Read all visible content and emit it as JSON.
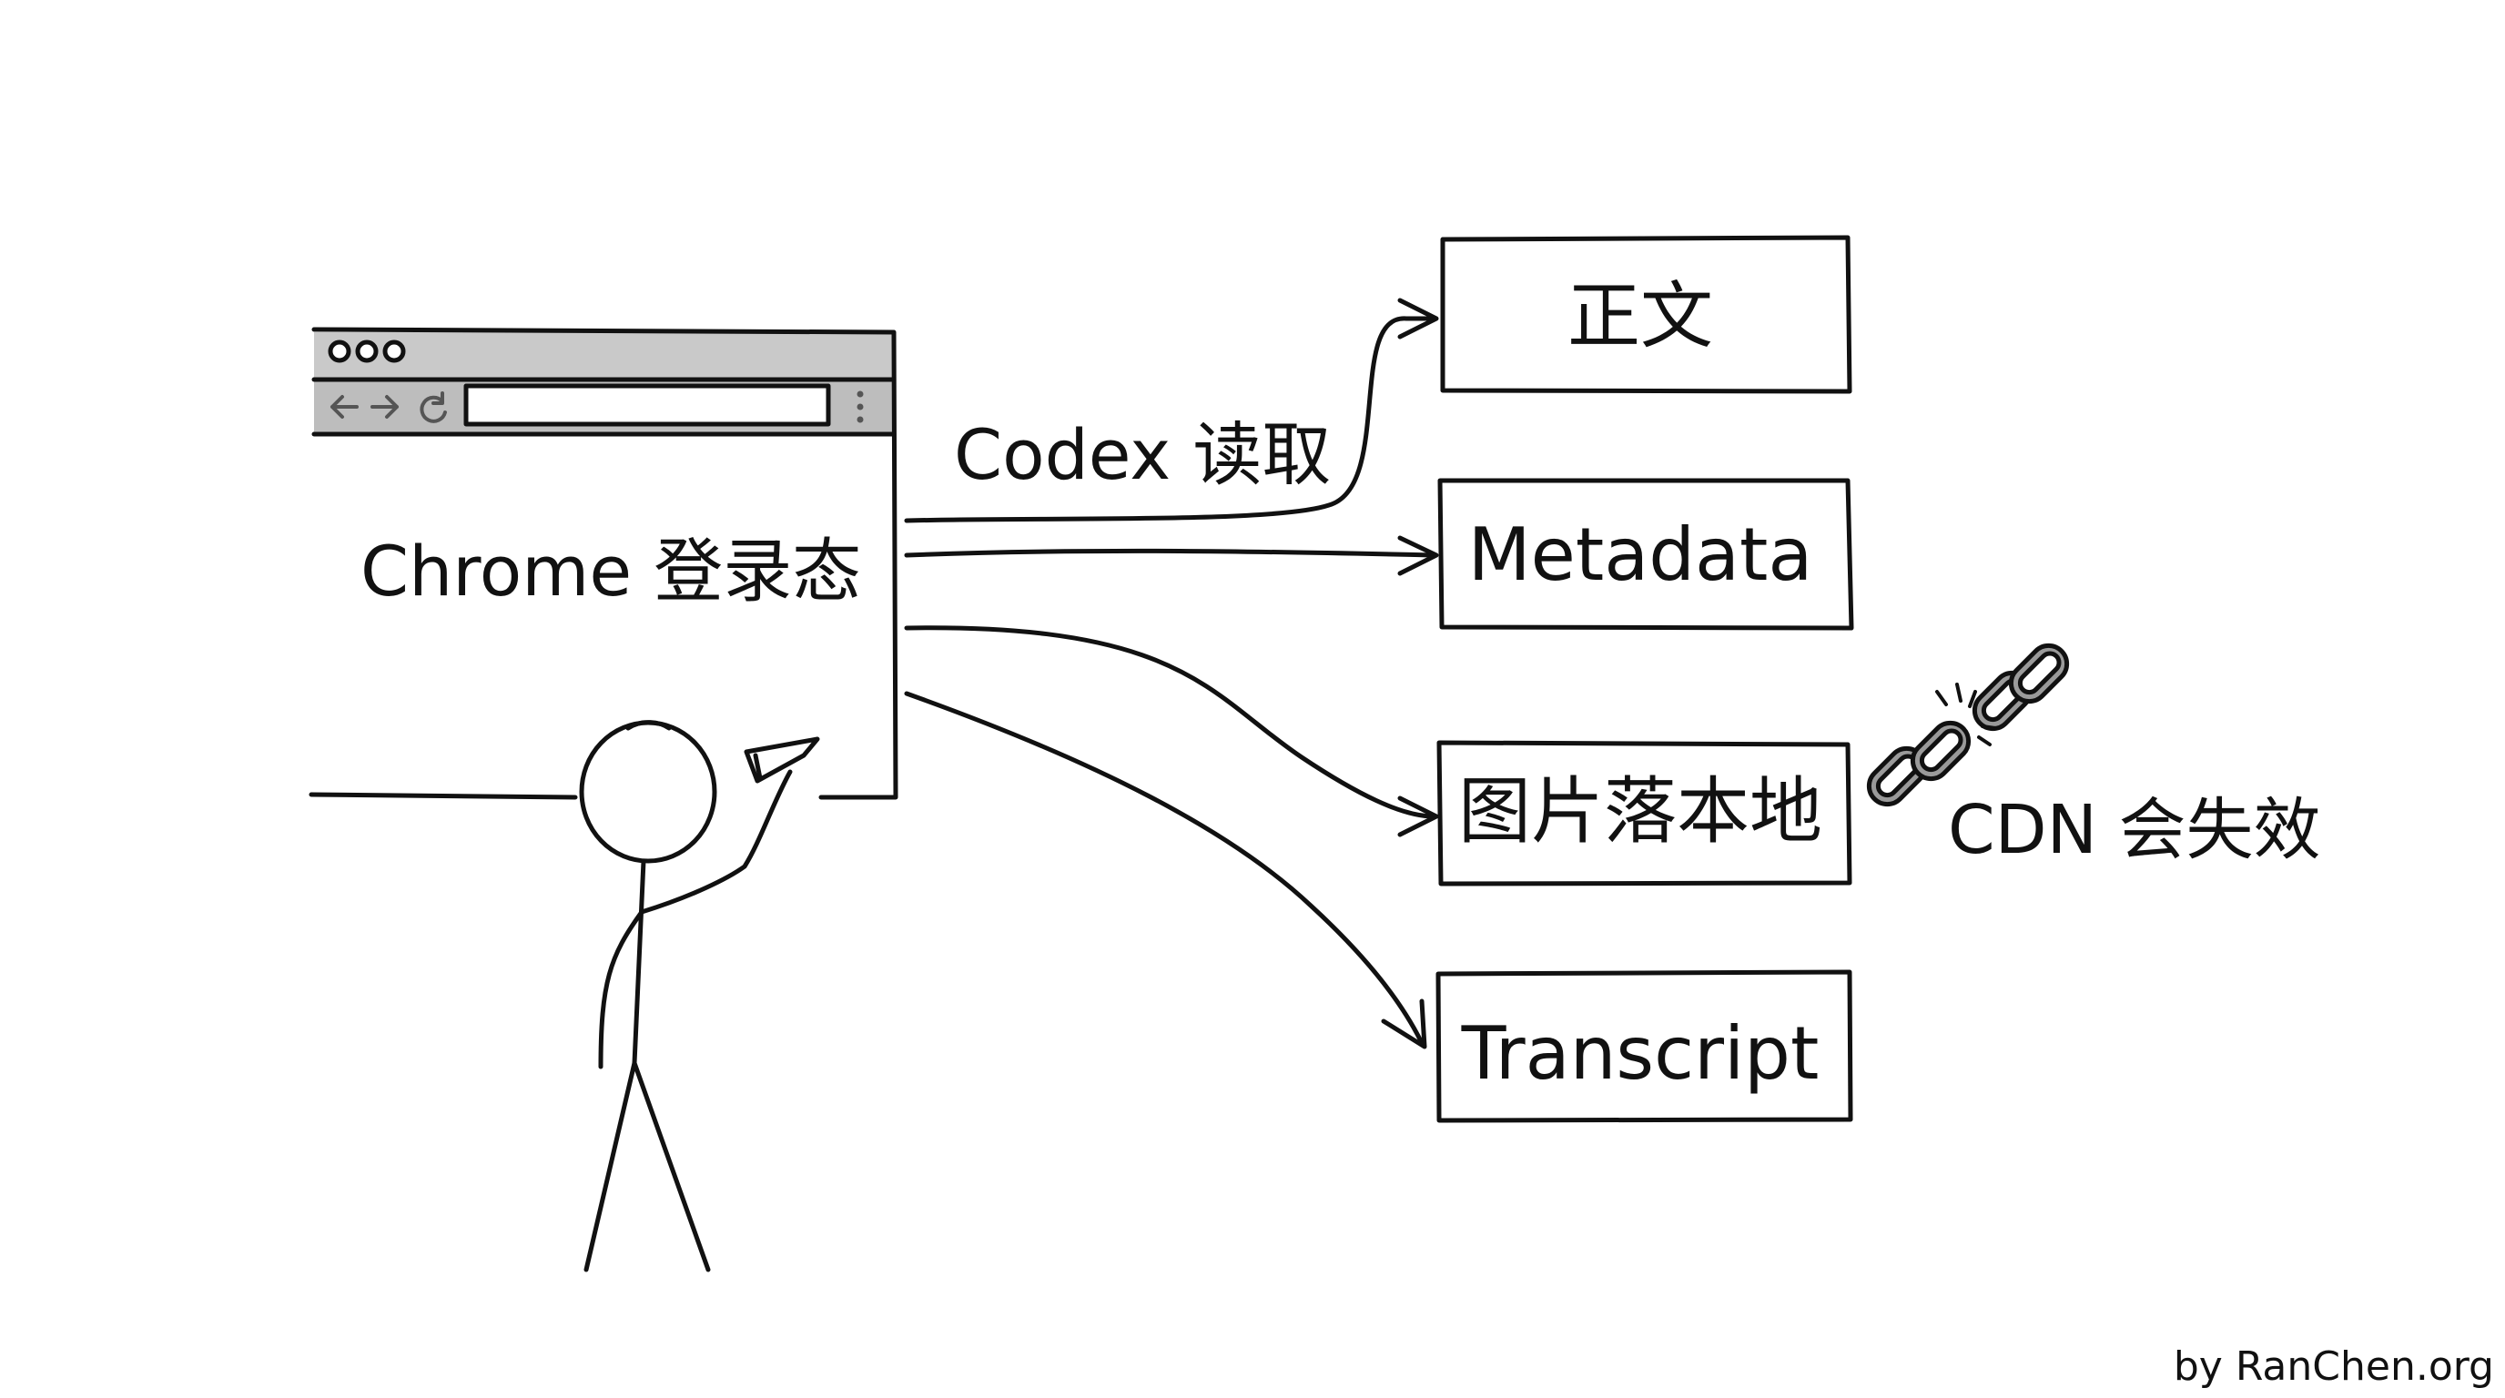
{
  "browser": {
    "label": "Chrome 登录态",
    "window_controls": [
      "dot-icon",
      "dot-icon",
      "dot-icon"
    ],
    "toolbar_icons": [
      "back-arrow-icon",
      "forward-arrow-icon",
      "reload-icon",
      "more-menu-icon"
    ]
  },
  "flow": {
    "label": "Codex 读取"
  },
  "outputs": [
    {
      "label": "正文"
    },
    {
      "label": "Metadata"
    },
    {
      "label": "图片落本地"
    },
    {
      "label": "Transcript"
    }
  ],
  "note": {
    "label": "CDN 会失效",
    "icon": "broken-chain-icon"
  },
  "person": {
    "icon": "stick-figure-icon"
  },
  "credit": {
    "label": "by RanChen.org"
  },
  "colors": {
    "ink": "#111111",
    "browser_chrome": "#c9c9c9",
    "chain": "#9a9a9a",
    "background": "#ffffff"
  }
}
